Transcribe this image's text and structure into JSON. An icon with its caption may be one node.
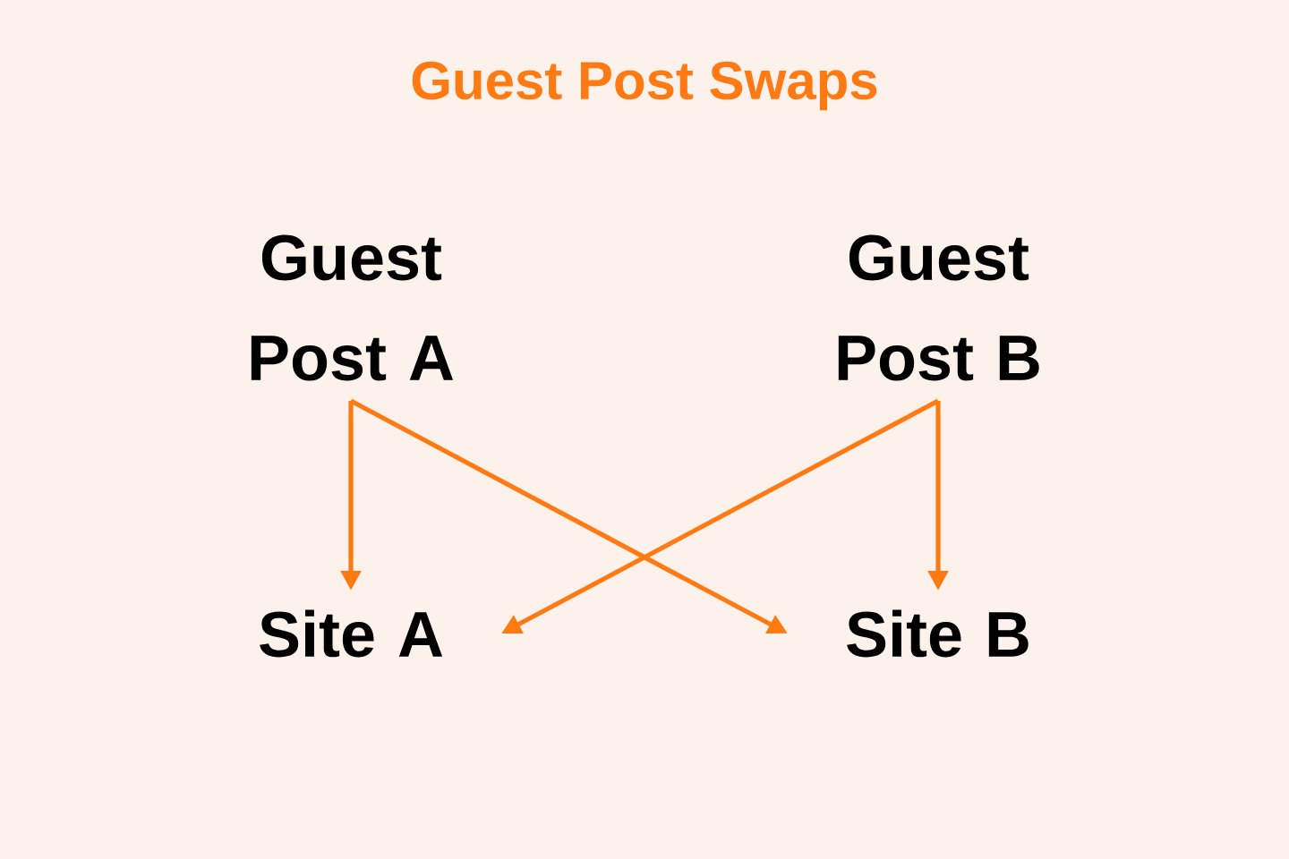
{
  "diagram": {
    "title": "Guest Post Swaps",
    "nodes": [
      {
        "text": [
          "Guest Post A"
        ]
      },
      {
        "text": [
          "Guest Post B"
        ]
      },
      {
        "text": [
          "Site A"
        ]
      },
      {
        "text": [
          "Site B"
        ]
      }
    ],
    "edges": [
      {
        "from": 0,
        "to": 2,
        "arrow": "to"
      },
      {
        "from": 0,
        "to": 3,
        "arrow": "to"
      },
      {
        "from": 1,
        "to": 3,
        "arrow": "to"
      },
      {
        "from": 1,
        "to": 2,
        "arrow": "to"
      }
    ]
  }
}
